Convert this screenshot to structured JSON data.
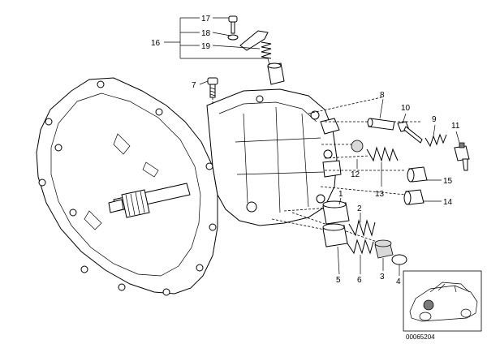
{
  "callouts": {
    "n1": "1",
    "n2": "2",
    "n3": "3",
    "n4": "4",
    "n5": "5",
    "n6": "6",
    "n7": "7",
    "n8": "8",
    "n9": "9",
    "n10": "10",
    "n11": "11",
    "n12": "12",
    "n13": "13",
    "n14": "14",
    "n15": "15",
    "n16": "16",
    "n17": "17",
    "n18": "18",
    "n19": "19"
  },
  "diagram_code": "00065204"
}
